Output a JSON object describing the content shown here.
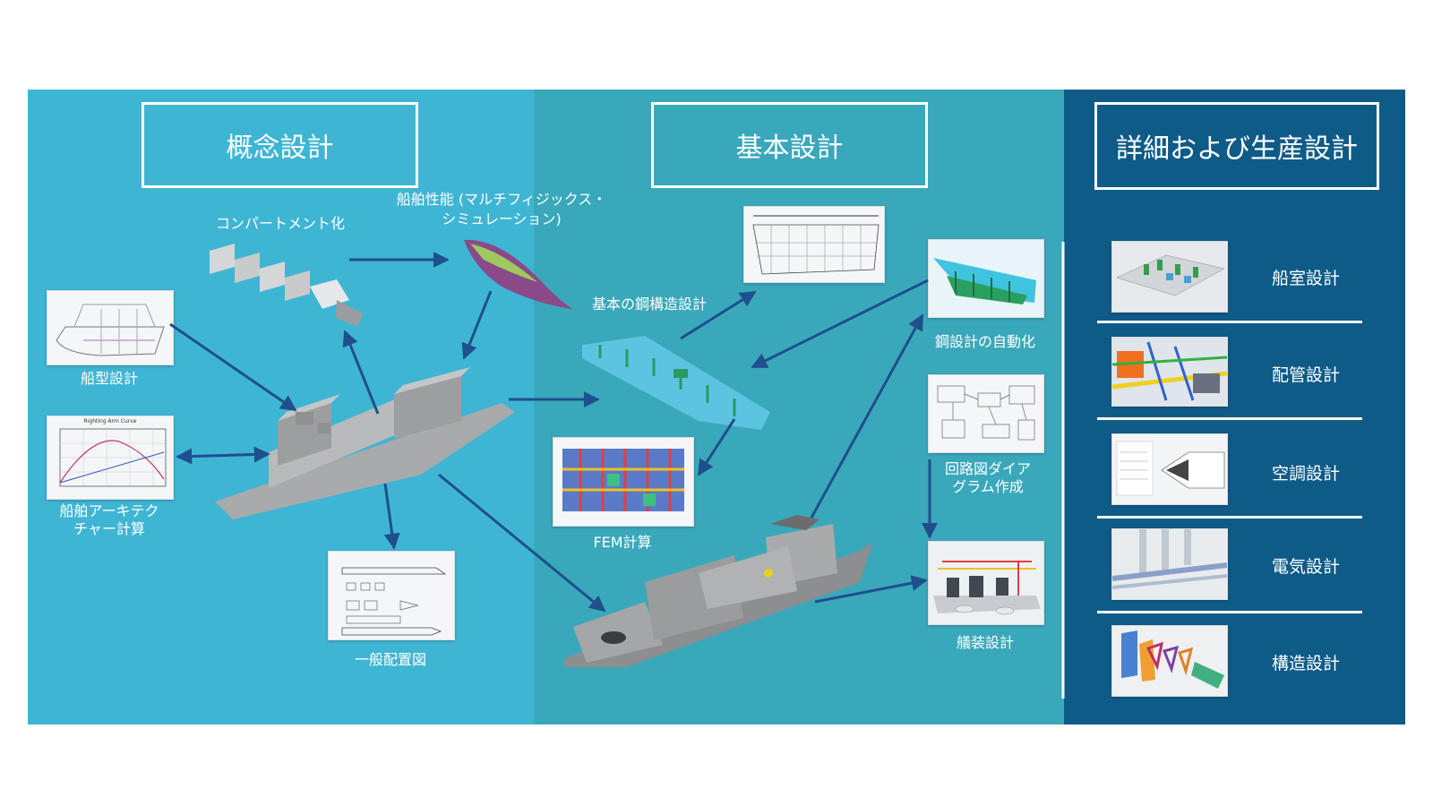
{
  "panels": {
    "concept": "概念設計",
    "basic": "基本設計",
    "detail": "詳細および生産設計"
  },
  "labels": {
    "compartment": "コンパートメント化",
    "performance_1": "船舶性能 (マルチフィジックス・",
    "performance_2": "シミュレーション)",
    "hull_form": "船型設計",
    "arch_1": "船舶アーキテク",
    "arch_2": "チャー計算",
    "general_arrangement": "一般配置図",
    "basic_steel": "基本の鋼構造設計",
    "fem": "FEM計算",
    "steel_auto": "鋼設計の自動化",
    "circuit_1": "回路図ダイア",
    "circuit_2": "グラム作成",
    "outfitting": "艤装設計"
  },
  "detail_items": [
    {
      "label": "船室設計"
    },
    {
      "label": "配管設計"
    },
    {
      "label": "空調設計"
    },
    {
      "label": "電気設計"
    },
    {
      "label": "構造設計"
    }
  ],
  "colors": {
    "concept_bg": "#3fb5d4",
    "basic_bg": "#3aa8bb",
    "detail_bg": "#0f5b88",
    "arrow": "#1f4f8c"
  },
  "thumb_texts": {
    "righting_arm": "Righting Arm Curve"
  }
}
